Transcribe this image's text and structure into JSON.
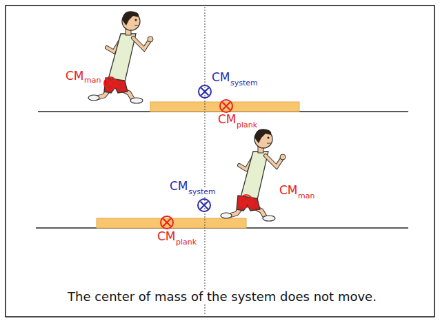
{
  "diagram": {
    "caption": "The center of mass of the system does not move.",
    "labels": [
      "CM",
      "man",
      "CM",
      "system",
      "CM",
      "plank",
      "CM",
      "system",
      "CM",
      "man",
      "CM",
      "plank"
    ]
  }
}
